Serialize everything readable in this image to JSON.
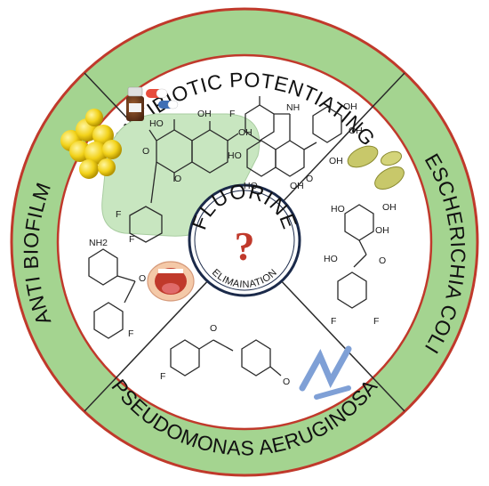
{
  "ring": {
    "top": "ANTIBIOTIC POTENTIATING",
    "right": "ESCHERICHIA COLI",
    "bottom": "PSEUDOMONAS AERUGINOSA",
    "left": "ANTI BIOFILM"
  },
  "center": {
    "title": "FLUORINE",
    "subtitle": "ELIMAINATION",
    "symbol": "?"
  },
  "molecules": {
    "top_right": {
      "labels": [
        "F",
        "NH",
        "OH",
        "OH",
        "HO",
        "OH",
        "HO",
        "OH",
        "O"
      ]
    },
    "top_left": {
      "labels": [
        "HO",
        "OH",
        "OH",
        "O",
        "O",
        "F",
        "F"
      ]
    },
    "right": {
      "labels": [
        "HO",
        "OH",
        "HO",
        "OH",
        "O",
        "F",
        "F"
      ]
    },
    "left": {
      "labels": [
        "NH2",
        "O",
        "F"
      ]
    },
    "bottom": {
      "labels": [
        "O",
        "F",
        "O"
      ]
    }
  },
  "colors": {
    "ring_green": "#a4d490",
    "outline_red": "#c0392b",
    "highlight_green": "#c8e6c0",
    "question_red": "#c0392b",
    "navy": "#1b2a4a"
  }
}
